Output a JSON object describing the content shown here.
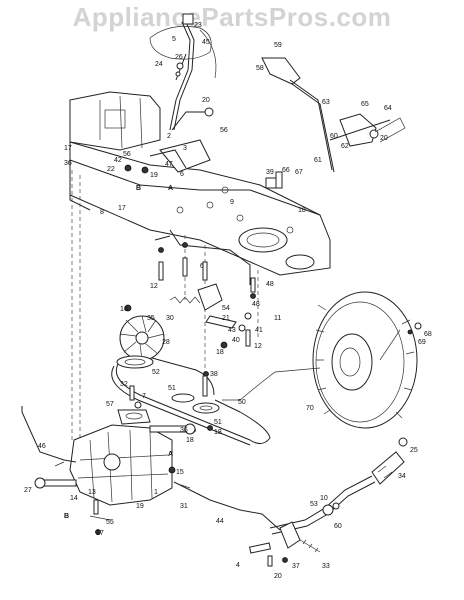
{
  "watermark": "AppliancePartsPros.com",
  "callouts": [
    {
      "id": "c-23",
      "text": "23"
    },
    {
      "id": "c-45",
      "text": "45"
    },
    {
      "id": "c-5",
      "text": "5"
    },
    {
      "id": "c-26",
      "text": "26"
    },
    {
      "id": "c-24",
      "text": "24"
    },
    {
      "id": "c-59",
      "text": "59"
    },
    {
      "id": "c-58",
      "text": "58"
    },
    {
      "id": "c-20a",
      "text": "20"
    },
    {
      "id": "c-63",
      "text": "63"
    },
    {
      "id": "c-65",
      "text": "65"
    },
    {
      "id": "c-64",
      "text": "64"
    },
    {
      "id": "c-60",
      "text": "60"
    },
    {
      "id": "c-62",
      "text": "62"
    },
    {
      "id": "c-20b",
      "text": "20"
    },
    {
      "id": "c-56a",
      "text": "56"
    },
    {
      "id": "c-2",
      "text": "2"
    },
    {
      "id": "c-3",
      "text": "3"
    },
    {
      "id": "c-56b",
      "text": "56"
    },
    {
      "id": "c-17a",
      "text": "17"
    },
    {
      "id": "c-36",
      "text": "36"
    },
    {
      "id": "c-42",
      "text": "42"
    },
    {
      "id": "c-22",
      "text": "22"
    },
    {
      "id": "c-47",
      "text": "47"
    },
    {
      "id": "c-19a",
      "text": "19"
    },
    {
      "id": "c-6a",
      "text": "6"
    },
    {
      "id": "c-Ba",
      "text": "B"
    },
    {
      "id": "c-Aa",
      "text": "A"
    },
    {
      "id": "c-61",
      "text": "61"
    },
    {
      "id": "c-39",
      "text": "39"
    },
    {
      "id": "c-66",
      "text": "66"
    },
    {
      "id": "c-67",
      "text": "67"
    },
    {
      "id": "c-9",
      "text": "9"
    },
    {
      "id": "c-18a",
      "text": "18"
    },
    {
      "id": "c-17b",
      "text": "17"
    },
    {
      "id": "c-8",
      "text": "8"
    },
    {
      "id": "c-12a",
      "text": "12"
    },
    {
      "id": "c-6b",
      "text": "6"
    },
    {
      "id": "c-48a",
      "text": "48"
    },
    {
      "id": "c-48b",
      "text": "48"
    },
    {
      "id": "c-11",
      "text": "11"
    },
    {
      "id": "c-54",
      "text": "54"
    },
    {
      "id": "c-21",
      "text": "21"
    },
    {
      "id": "c-30",
      "text": "30"
    },
    {
      "id": "c-43",
      "text": "43"
    },
    {
      "id": "c-41",
      "text": "41"
    },
    {
      "id": "c-40",
      "text": "40"
    },
    {
      "id": "c-12b",
      "text": "12"
    },
    {
      "id": "c-18b",
      "text": "18"
    },
    {
      "id": "c-16",
      "text": "16"
    },
    {
      "id": "c-35",
      "text": "35"
    },
    {
      "id": "c-28",
      "text": "28"
    },
    {
      "id": "c-52",
      "text": "52"
    },
    {
      "id": "c-38",
      "text": "38"
    },
    {
      "id": "c-32",
      "text": "32"
    },
    {
      "id": "c-51a",
      "text": "51"
    },
    {
      "id": "c-7",
      "text": "7"
    },
    {
      "id": "c-57",
      "text": "57"
    },
    {
      "id": "c-50",
      "text": "50"
    },
    {
      "id": "c-51b",
      "text": "51"
    },
    {
      "id": "c-36b",
      "text": "36"
    },
    {
      "id": "c-18c",
      "text": "18"
    },
    {
      "id": "c-18d",
      "text": "18"
    },
    {
      "id": "c-46",
      "text": "46"
    },
    {
      "id": "c-Ab",
      "text": "A"
    },
    {
      "id": "c-15",
      "text": "15"
    },
    {
      "id": "c-1",
      "text": "1"
    },
    {
      "id": "c-27",
      "text": "27"
    },
    {
      "id": "c-14",
      "text": "14"
    },
    {
      "id": "c-13",
      "text": "13"
    },
    {
      "id": "c-19b",
      "text": "19"
    },
    {
      "id": "c-Bb",
      "text": "B"
    },
    {
      "id": "c-55",
      "text": "55"
    },
    {
      "id": "c-17c",
      "text": "17"
    },
    {
      "id": "c-31",
      "text": "31"
    },
    {
      "id": "c-44",
      "text": "44"
    },
    {
      "id": "c-68",
      "text": "68"
    },
    {
      "id": "c-69",
      "text": "69"
    },
    {
      "id": "c-70",
      "text": "70"
    },
    {
      "id": "c-25",
      "text": "25"
    },
    {
      "id": "c-34",
      "text": "34"
    },
    {
      "id": "c-53",
      "text": "53"
    },
    {
      "id": "c-10",
      "text": "10"
    },
    {
      "id": "c-60b",
      "text": "60"
    },
    {
      "id": "c-4",
      "text": "4"
    },
    {
      "id": "c-37",
      "text": "37"
    },
    {
      "id": "c-20c",
      "text": "20"
    },
    {
      "id": "c-33",
      "text": "33"
    }
  ]
}
